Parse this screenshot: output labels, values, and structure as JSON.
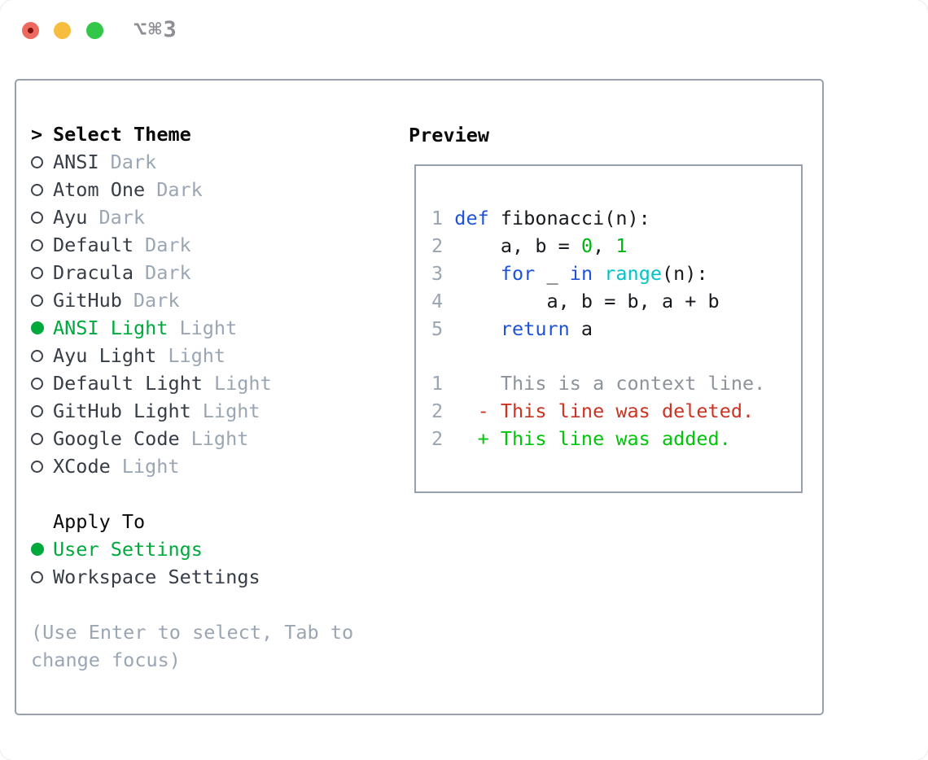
{
  "titlebar": {
    "shortcut": "⌥⌘3"
  },
  "theme_picker": {
    "prompt": ">",
    "heading": "Select Theme",
    "items": [
      {
        "name": "ANSI",
        "variant": "Dark",
        "selected": false
      },
      {
        "name": "Atom One",
        "variant": "Dark",
        "selected": false
      },
      {
        "name": "Ayu",
        "variant": "Dark",
        "selected": false
      },
      {
        "name": "Default",
        "variant": "Dark",
        "selected": false
      },
      {
        "name": "Dracula",
        "variant": "Dark",
        "selected": false
      },
      {
        "name": "GitHub",
        "variant": "Dark",
        "selected": false
      },
      {
        "name": "ANSI Light",
        "variant": "Light",
        "selected": true
      },
      {
        "name": "Ayu Light",
        "variant": "Light",
        "selected": false
      },
      {
        "name": "Default Light",
        "variant": "Light",
        "selected": false
      },
      {
        "name": "GitHub Light",
        "variant": "Light",
        "selected": false
      },
      {
        "name": "Google Code",
        "variant": "Light",
        "selected": false
      },
      {
        "name": "XCode",
        "variant": "Light",
        "selected": false
      }
    ],
    "apply_heading": "Apply To",
    "apply_options": [
      {
        "label": "User Settings",
        "selected": true
      },
      {
        "label": "Workspace Settings",
        "selected": false
      }
    ],
    "hint": "(Use Enter to select, Tab to change focus)"
  },
  "preview": {
    "heading": "Preview",
    "code_lines": [
      {
        "num": "1",
        "segments": [
          {
            "t": "def",
            "c": "kw"
          },
          {
            "t": " fibonacci(n):",
            "c": "plain"
          }
        ]
      },
      {
        "num": "2",
        "segments": [
          {
            "t": "    a, b = ",
            "c": "plain"
          },
          {
            "t": "0",
            "c": "num"
          },
          {
            "t": ", ",
            "c": "plain"
          },
          {
            "t": "1",
            "c": "num"
          }
        ]
      },
      {
        "num": "3",
        "segments": [
          {
            "t": "    ",
            "c": "plain"
          },
          {
            "t": "for",
            "c": "kw"
          },
          {
            "t": " _ ",
            "c": "plain"
          },
          {
            "t": "in",
            "c": "kw"
          },
          {
            "t": " ",
            "c": "plain"
          },
          {
            "t": "range",
            "c": "builtin"
          },
          {
            "t": "(n):",
            "c": "plain"
          }
        ]
      },
      {
        "num": "4",
        "segments": [
          {
            "t": "        a, b = b, a + b",
            "c": "plain"
          }
        ]
      },
      {
        "num": "5",
        "segments": [
          {
            "t": "    ",
            "c": "plain"
          },
          {
            "t": "return",
            "c": "kw"
          },
          {
            "t": " a",
            "c": "plain"
          }
        ]
      }
    ],
    "diff_lines": [
      {
        "num": "1",
        "segments": [
          {
            "t": "    This is a context line.",
            "c": "context"
          }
        ]
      },
      {
        "num": "2",
        "segments": [
          {
            "t": "  - This line was deleted.",
            "c": "del"
          }
        ]
      },
      {
        "num": "2",
        "segments": [
          {
            "t": "  + This line was added.",
            "c": "add"
          }
        ]
      }
    ]
  },
  "colors": {
    "selection_green": "#00a93c",
    "keyword_blue": "#1e53d9",
    "builtin_cyan": "#00c3c8",
    "number_green": "#00b410",
    "deleted_red": "#cd3223",
    "added_green": "#00c50a",
    "muted_gray": "#9aa6b4",
    "border_gray": "#97a1ae",
    "traffic_red": "#ee6a5e",
    "traffic_yellow": "#f6bd3f",
    "traffic_green": "#32c749"
  }
}
